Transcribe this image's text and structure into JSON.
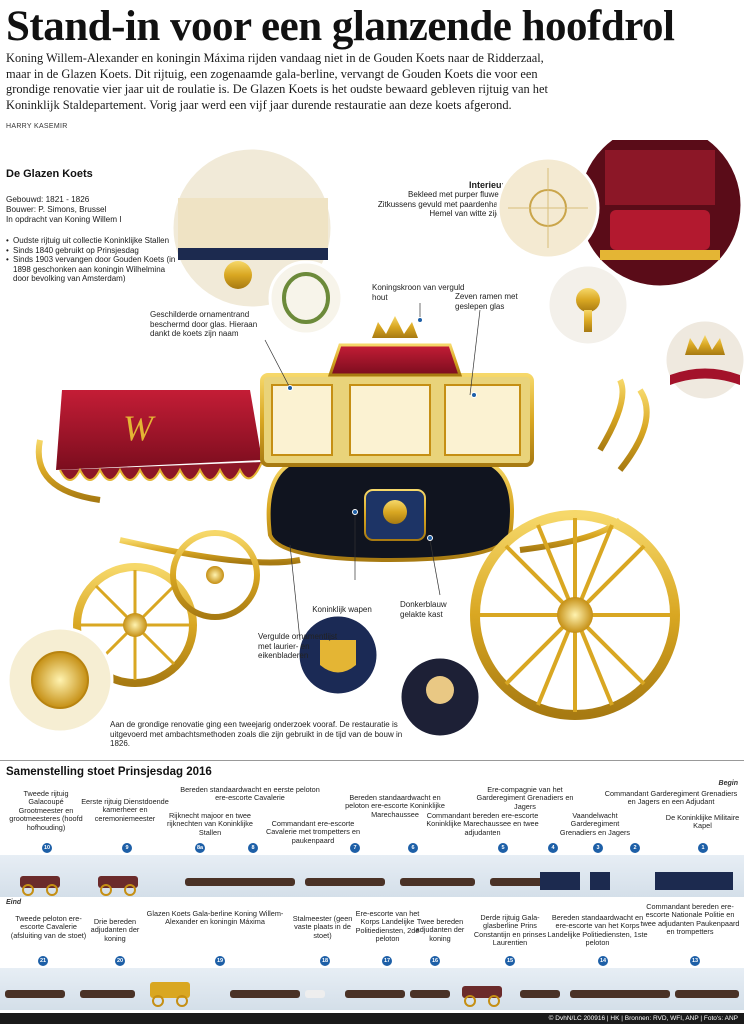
{
  "headline": "Stand-in voor een glanzende hoofdrol",
  "intro": "Koning Willem-Alexander en koningin Máxima rijden vandaag niet in de Gouden Koets naar de Ridderzaal, maar in de Glazen Koets. Dit rijtuig, een zogenaamde gala-berline, vervangt de Gouden Koets die voor een grondige renovatie vier jaar uit de roulatie is. De Glazen Koets is het oudste bewaard gebleven rijtuig van het Koninklijk Staldepartement. Vorig jaar werd een vijf jaar durende restauratie aan deze koets afgerond.",
  "byline": "HARRY KASEMIR",
  "section": {
    "title": "De Glazen Koets",
    "built": "Gebouwd: 1821 - 1826",
    "builder": "Bouwer: P. Simons, Brussel",
    "commission": "In opdracht van Koning Willem I",
    "facts": [
      "Oudste rijtuig uit collectie Koninklijke Stallen",
      "Sinds 1840 gebruikt op Prinsjesdag",
      "Sinds 1903 vervangen door Gouden Koets (in 1898 geschonken aan koningin Wilhelmina door bevolking van Amsterdam)"
    ]
  },
  "interior": {
    "title": "Interieur",
    "items": [
      "Bekleed met purper fluweel",
      "Zitkussens gevuld met paardenhaar",
      "Hemel van witte zijde"
    ]
  },
  "labels": {
    "crown": "Koningskroon van verguld hout",
    "windows": "Zeven ramen met geslepen glas",
    "ornament": "Geschilderde ornamentrand beschermd door glas. Hieraan dankt de koets zijn naam",
    "arms": "Koninklijk wapen",
    "box": "Donkerblauw gelakte kast",
    "gilt": "Vergulde ornamentlijst met laurier- en eikenbladeren",
    "research": "Aan de grondige renovatie ging een tweejarig onderzoek vooraf. De restauratie is uitgevoerd met ambachtsmethoden zoals die zijn gebruikt in de tijd van de bouw in 1826."
  },
  "procession": {
    "title": "Samenstelling stoet Prinsjesdag 2016",
    "begin": "Begin",
    "eind": "Eind",
    "top": [
      {
        "n": "1",
        "text": "De Koninklijke Militaire Kapel"
      },
      {
        "n": "2",
        "text": "Commandant Garderegiment Grenadiers en Jagers en een Adjudant"
      },
      {
        "n": "3",
        "text": "Vaandelwacht Garderegiment Grenadiers en Jagers"
      },
      {
        "n": "4",
        "text": "Ere-compagnie van het Garderegiment Grenadiers en Jagers"
      },
      {
        "n": "5",
        "text": "Commandant bereden ere-escorte Koninklijke Marechaussee en twee adjudanten"
      },
      {
        "n": "6",
        "text": "Bereden standaardwacht en peloton ere-escorte Koninklijke Marechaussee"
      },
      {
        "n": "7",
        "text": "Commandant ere-escorte Cavalerie met trompetters en paukenpaard"
      },
      {
        "n": "8",
        "text": "Bereden standaardwacht en eerste peloton ere-escorte Cavalerie"
      },
      {
        "n": "8a",
        "text": "Rijknecht majoor en twee rijknechten van Koninklijke Stallen"
      },
      {
        "n": "9",
        "text": "Eerste rijtuig Dienstdoende kamerheer en ceremoniemeester"
      },
      {
        "n": "10",
        "text": "Tweede rijtuig Galacoupé Grootmeester en grootmeesteres (hoofd hofhouding)"
      }
    ],
    "bottom": [
      {
        "n": "13",
        "text": "Commandant bereden ere-escorte Nationale Politie en twee adjudanten Paukenpaard en trompetters"
      },
      {
        "n": "14",
        "text": "Bereden standaardwacht en ere-escorte van het Korps Landelijke Politiediensten, 1ste peloton"
      },
      {
        "n": "15",
        "text": "Derde rijtuig Gala-glasberline Prins Constantijn en prinses Laurentien"
      },
      {
        "n": "16",
        "text": "Twee bereden adjudanten der koning"
      },
      {
        "n": "17",
        "text": "Ere-escorte van het Korps Landelijke Politiediensten, 2de peloton"
      },
      {
        "n": "18",
        "text": "Stalmeester (geen vaste plaats in de stoet)"
      },
      {
        "n": "19",
        "text": "Glazen Koets Gala-berline Koning Willem-Alexander en koningin Máxima"
      },
      {
        "n": "20",
        "text": "Drie bereden adjudanten der koning"
      },
      {
        "n": "21",
        "text": "Tweede peloton ere-escorte Cavalerie (afsluiting van de stoet)"
      }
    ]
  },
  "footer": "© DvhN/LC  200916  |  HK  |  Bronnen: RVD, WFI, ANP  |  Foto's: ANP",
  "colors": {
    "gold": "#d9a722",
    "red": "#a3122a",
    "blue": "#1d5fa7",
    "dark": "#1a1a1a"
  }
}
